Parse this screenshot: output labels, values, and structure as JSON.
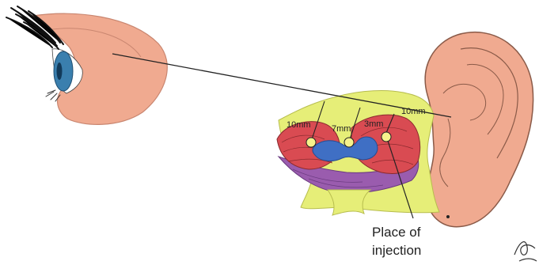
{
  "labels": {
    "dist_left": "10mm",
    "dist_middle": "7mm",
    "dist_inner": "3mm",
    "dist_right": "10mm",
    "injection_line1": "Place of",
    "injection_line2": "injection"
  },
  "colors": {
    "skin": "#f0aa90",
    "iris": "#3a7fae",
    "yellow_area": "#e6ee78",
    "muscle_red": "#d94b52",
    "muscle_purple": "#9a5cae",
    "vessel_blue": "#3f6fc4",
    "point_fill": "#f6f28c"
  },
  "icons": {
    "eye": "eye-icon",
    "ear": "ear-icon",
    "signature": "signature-icon"
  }
}
